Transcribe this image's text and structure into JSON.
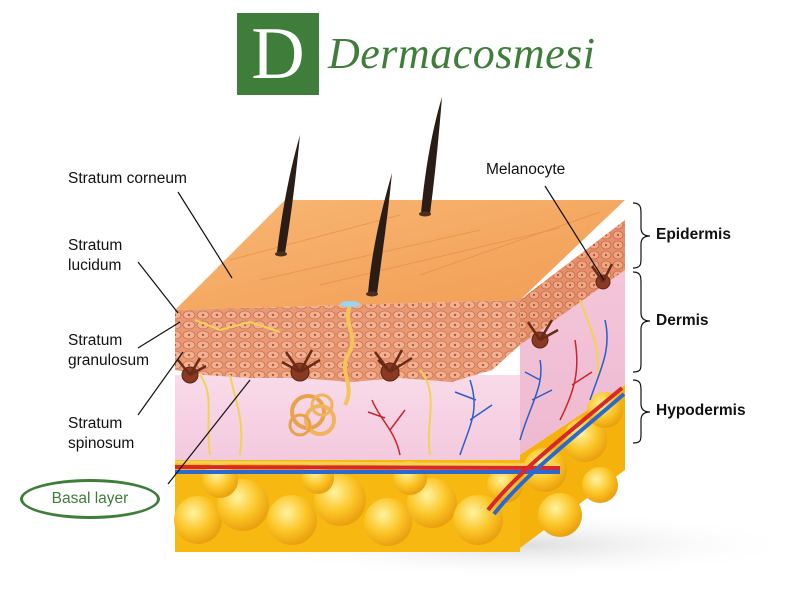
{
  "logo": {
    "letter": "D",
    "name": "Dermacosmesi",
    "color": "#3f7d3a"
  },
  "labels": {
    "stratum_corneum": "Stratum corneum",
    "stratum_lucidum": [
      "Stratum",
      "lucidum"
    ],
    "stratum_granulosum": [
      "Stratum",
      "granulosum"
    ],
    "stratum_spinosum": [
      "Stratum",
      "spinosum"
    ],
    "basal_layer": "Basal layer",
    "melanocyte": "Melanocyte"
  },
  "layers": {
    "epidermis": "Epidermis",
    "dermis": "Dermis",
    "hypodermis": "Hypodermis"
  },
  "colors": {
    "skin_top": "#f5a35c",
    "epidermis": "#e6956d",
    "dermis": "#f7d6e6",
    "fat": "#f6b80f",
    "artery": "#d8282e",
    "vein": "#2a6ad0",
    "hair": "#2b1d16"
  }
}
